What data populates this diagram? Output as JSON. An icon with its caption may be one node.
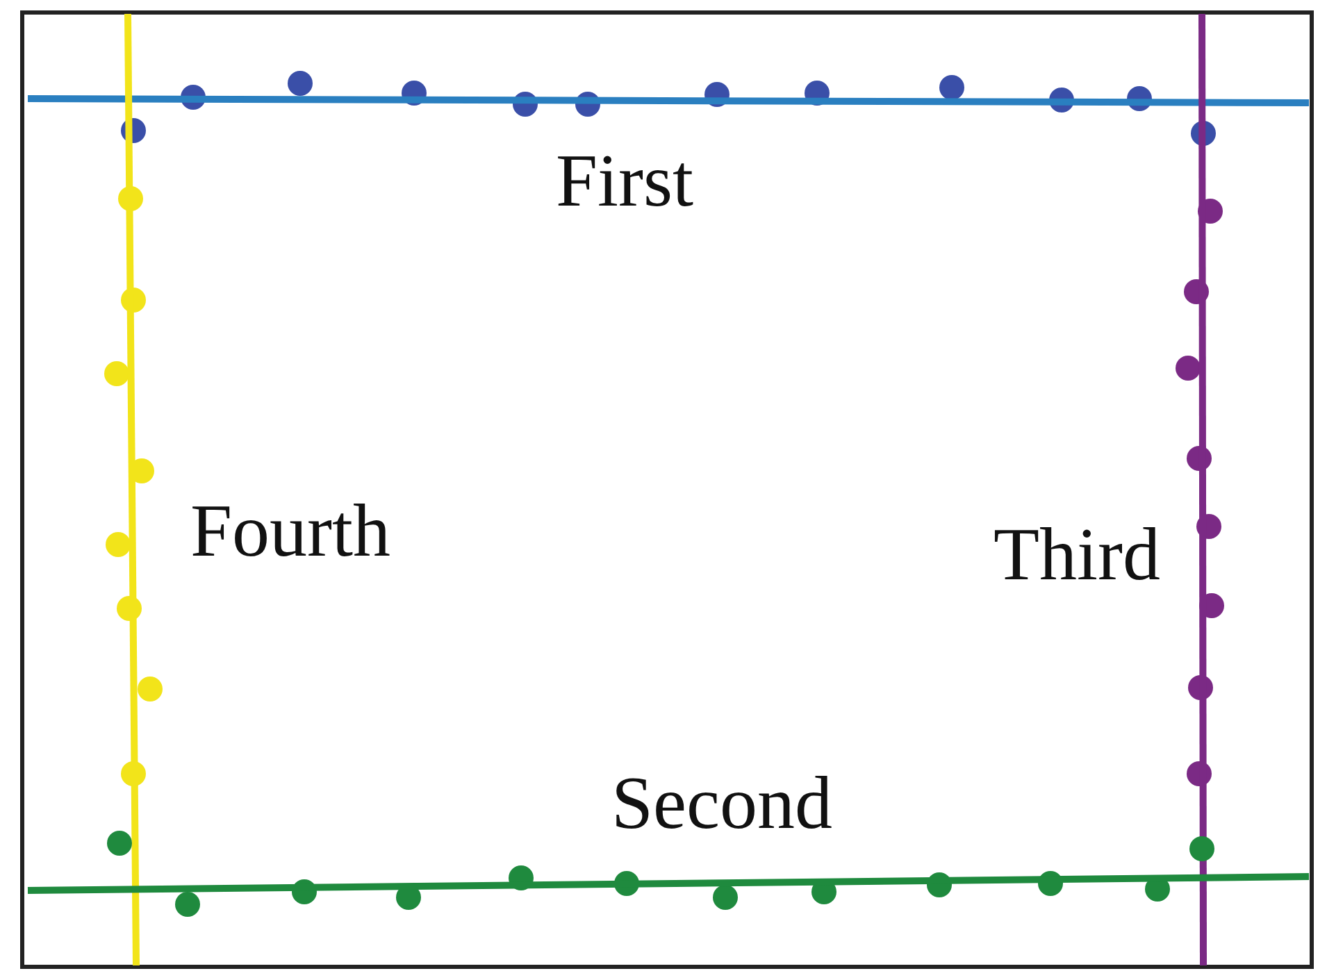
{
  "diagram": {
    "labels": [
      "First",
      "Fourth",
      "Third",
      "Second"
    ]
  }
}
